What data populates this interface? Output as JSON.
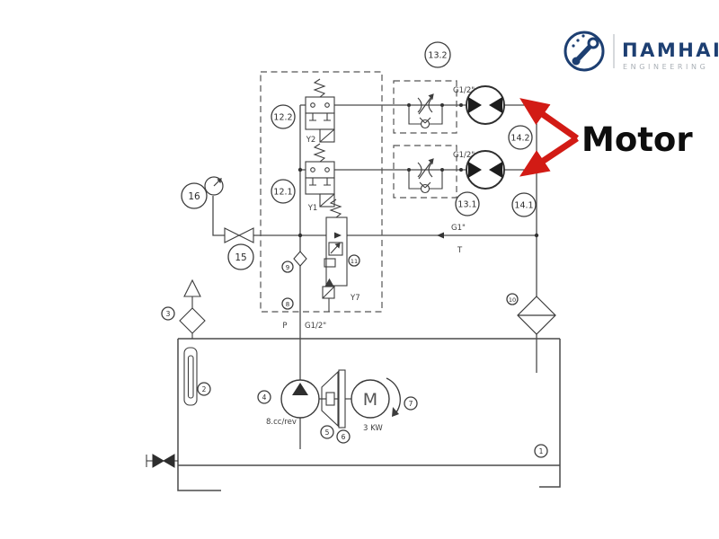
{
  "logo": {
    "brand": "ПAMHAI",
    "subtitle": "ENGINEERING"
  },
  "annotation": {
    "motor_label": "Motor"
  },
  "diagram": {
    "balloons": {
      "b1": "1",
      "b2": "2",
      "b3": "3",
      "b4": "4",
      "b5": "5",
      "b6": "6",
      "b7": "7",
      "b8": "8",
      "b9": "9",
      "b10": "10",
      "b11": "11",
      "b12_1": "12.1",
      "b12_2": "12.2",
      "b13_1": "13.1",
      "b13_2": "13.2",
      "b14_1": "14.1",
      "b14_2": "14.2",
      "b15": "15",
      "b16": "16"
    },
    "valves": {
      "y1": "Y1",
      "y2": "Y2",
      "y7": "Y7"
    },
    "ports": {
      "p": "P",
      "t": "T",
      "g1": "G1\"",
      "g12_pump": "G1/2\"",
      "g12_motor_top": "G1/2\"",
      "g12_motor_bottom": "G1/2\""
    },
    "pump": {
      "displacement": "8.cc/rev"
    },
    "electric_motor": {
      "symbol": "M",
      "power": "3 KW"
    }
  },
  "colors": {
    "schematic_line": "#4a4a4a",
    "annotation_red": "#d21b15",
    "brand_navy": "#1d3f72",
    "subtitle_gray": "#aab0b6"
  }
}
